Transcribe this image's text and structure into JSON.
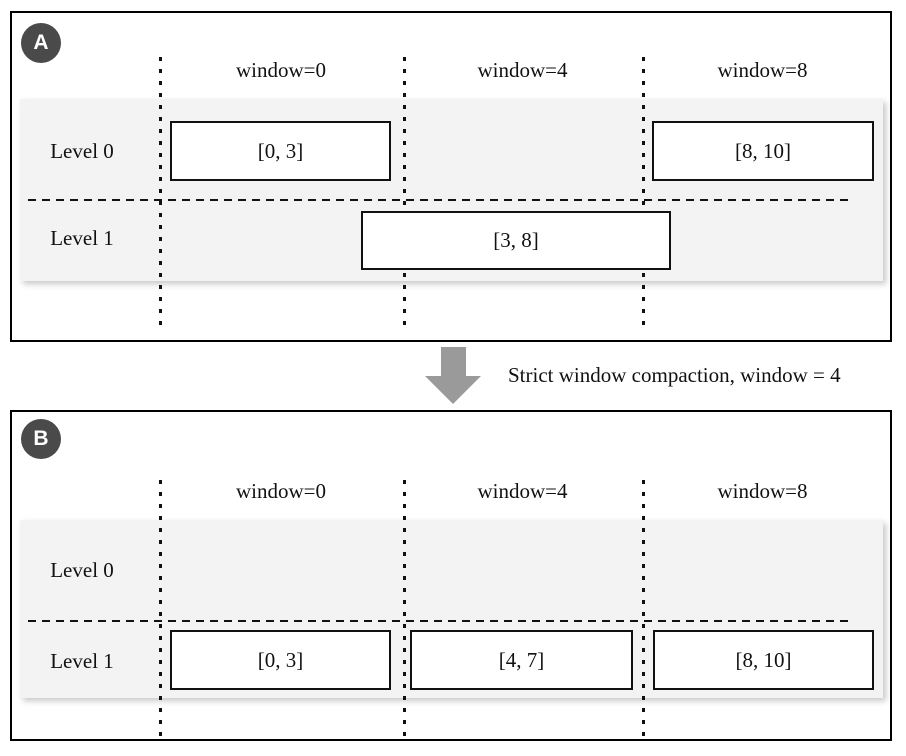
{
  "figure": {
    "arrow_label": "Strict window compaction, window = 4"
  },
  "colors": {
    "badge_bg": "#4a4a4a",
    "band_bg": "#f3f3f3",
    "arrow_gray": "#9a9a9a",
    "line_black": "#111111"
  },
  "panels": [
    {
      "badge": "A",
      "columns": [
        {
          "label": "window=0"
        },
        {
          "label": "window=4"
        },
        {
          "label": "window=8"
        }
      ],
      "levels": [
        {
          "label": "Level 0"
        },
        {
          "label": "Level 1"
        }
      ],
      "boxes": [
        {
          "label": "[0, 3]",
          "level": "Level 0",
          "window": "window=0"
        },
        {
          "label": "[8, 10]",
          "level": "Level 0",
          "window": "window=8"
        },
        {
          "label": "[3, 8]",
          "level": "Level 1",
          "window": "window=0 to window=8"
        }
      ]
    },
    {
      "badge": "B",
      "columns": [
        {
          "label": "window=0"
        },
        {
          "label": "window=4"
        },
        {
          "label": "window=8"
        }
      ],
      "levels": [
        {
          "label": "Level 0"
        },
        {
          "label": "Level 1"
        }
      ],
      "boxes": [
        {
          "label": "[0, 3]",
          "level": "Level 1",
          "window": "window=0"
        },
        {
          "label": "[4, 7]",
          "level": "Level 1",
          "window": "window=4"
        },
        {
          "label": "[8, 10]",
          "level": "Level 1",
          "window": "window=8"
        }
      ]
    }
  ]
}
